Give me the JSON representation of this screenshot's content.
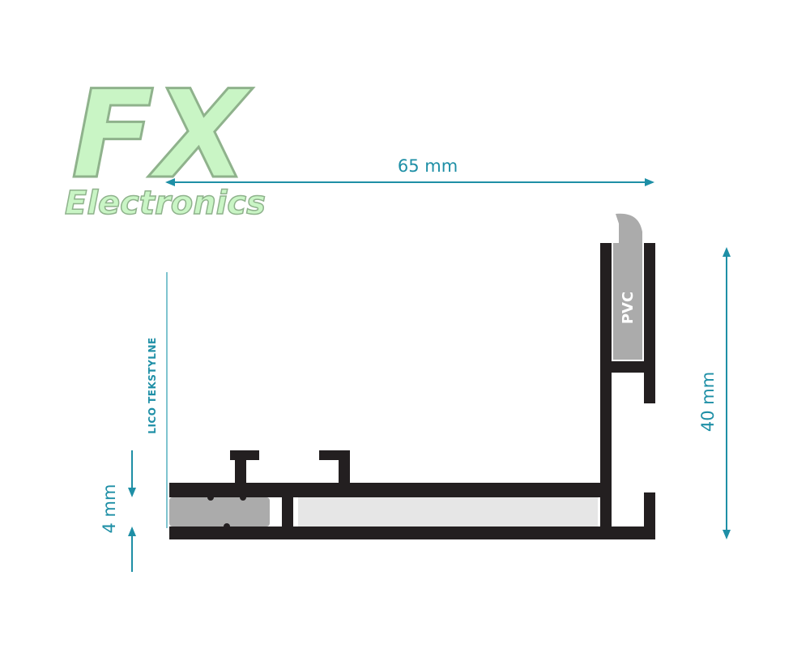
{
  "logo": {
    "main": "FX",
    "sub": "Electronics",
    "fill_color": "#c9f5c5",
    "outline_color": "#8fb28c"
  },
  "dimensions": {
    "width_label": "65 mm",
    "height_label": "40 mm",
    "depth_label": "4 mm",
    "color": "#1e8fa6"
  },
  "labels": {
    "fabric_face": "LICO TEKSTYLNE",
    "pvc_insert": "PVC"
  },
  "colors": {
    "profile": "#231f20",
    "insert_gray": "#ababab",
    "light_channel": "#e6e6e6",
    "fabric_line": "#7fc4cf"
  }
}
